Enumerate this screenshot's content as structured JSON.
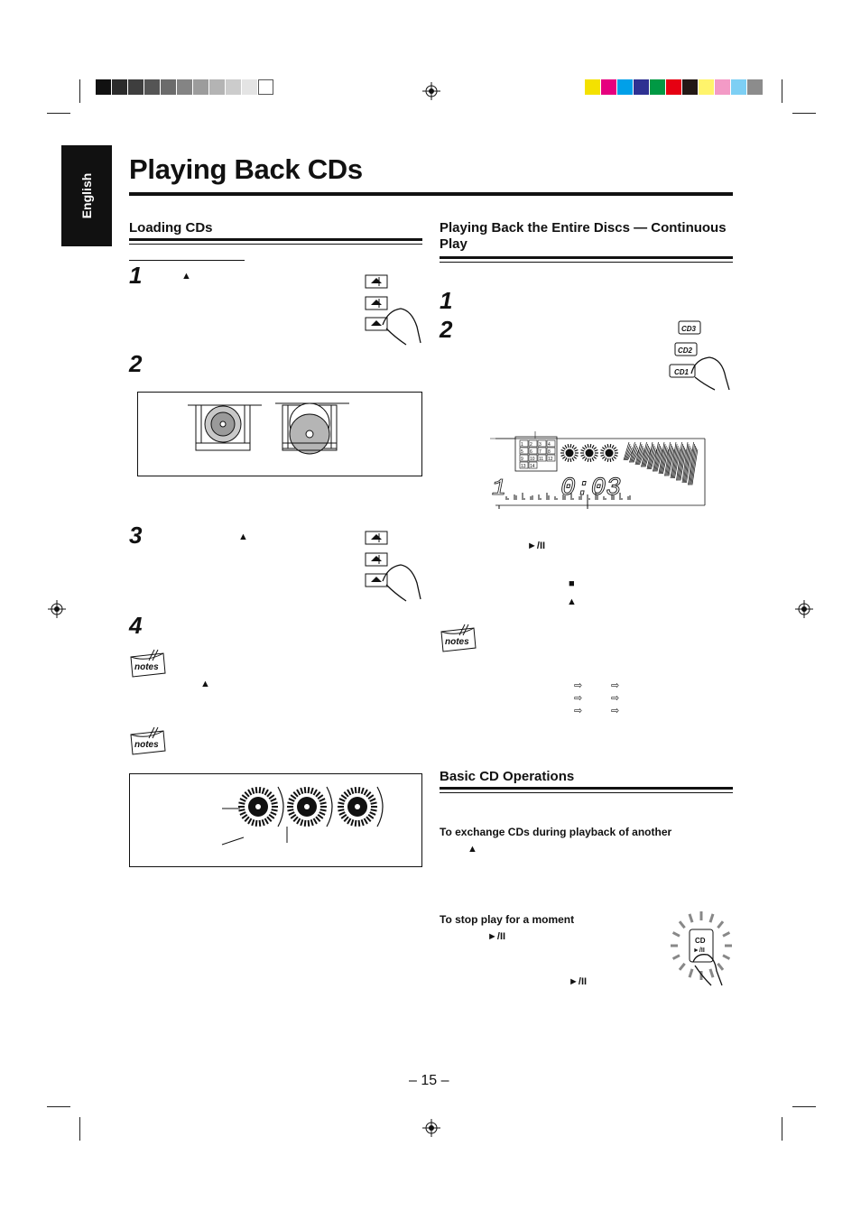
{
  "sidebar": {
    "language_tab": "English"
  },
  "page": {
    "title": "Playing Back CDs",
    "number": "– 15 –"
  },
  "left": {
    "heading": "Loading CDs",
    "steps": [
      "1",
      "2",
      "3",
      "4"
    ]
  },
  "right": {
    "heading": "Playing Back the Entire Discs — Continuous Play",
    "steps": [
      "1",
      "2"
    ],
    "basic_heading": "Basic CD Operations",
    "exchange_label": "To exchange CDs during playback of another",
    "stop_label": "To stop play for a moment"
  },
  "buttons": {
    "cd3": "CD3",
    "cd2": "CD2",
    "cd1": "CD1",
    "cd_play": "CD",
    "cd_play_symbol": "►/II"
  },
  "display": {
    "disc_number": "1",
    "time": "0:03",
    "track_grid": [
      "1",
      "2",
      "3",
      "4",
      "5",
      "6",
      "7",
      "8",
      "9",
      "10",
      "11",
      "12",
      "13",
      "14"
    ]
  },
  "icons": {
    "eject": "eject-icon",
    "play_pause": "play-pause-icon",
    "stop": "stop-icon",
    "arrow": "arrow-right-icon",
    "notes": "notes-icon"
  },
  "symbols": {
    "eject": "▲",
    "play_pause": "►/II",
    "stop": "■",
    "arrow": "⇨",
    "notes": "notes"
  },
  "colors": {
    "bar_palette": [
      "#f4e100",
      "#e6007e",
      "#00a0e9",
      "#2e3192",
      "#009944",
      "#e60012",
      "#231815",
      "#fff46b",
      "#f39ac6",
      "#7dcff4",
      "#8c8c8c"
    ],
    "gray_palette": [
      "#111111",
      "#2b2b2b",
      "#3e3e3e",
      "#555555",
      "#6b6b6b",
      "#848484",
      "#9c9c9c",
      "#b4b4b4",
      "#cccccc",
      "#e4e4e4",
      "#ffffff"
    ]
  }
}
